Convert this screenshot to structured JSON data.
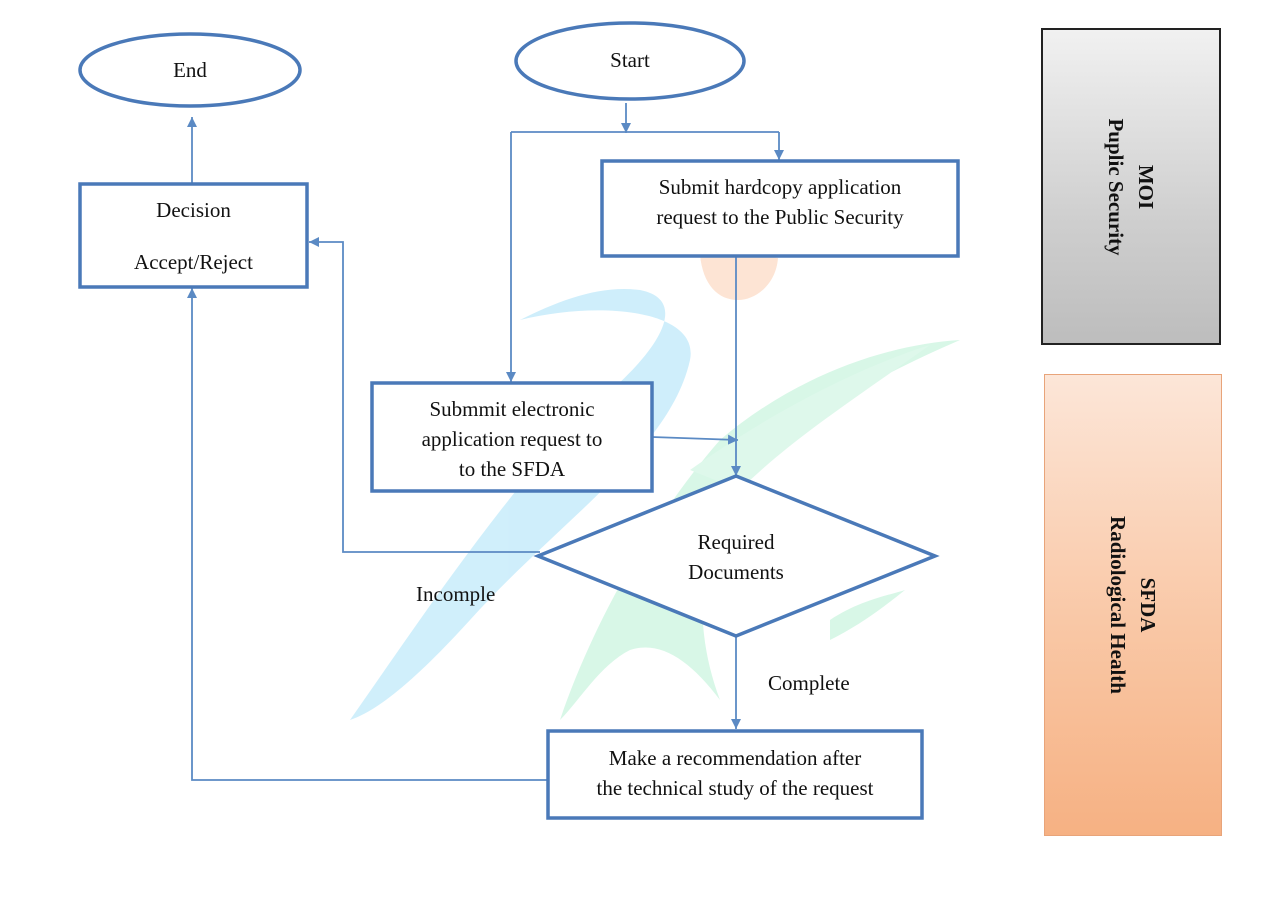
{
  "nodes": {
    "start": "Start",
    "end": "End",
    "hardcopy": [
      "Submit hardcopy application",
      "request to the Public Security"
    ],
    "electronic": [
      "Submmit electronic",
      "application request to",
      "to the SFDA"
    ],
    "required": [
      "Required",
      "Documents"
    ],
    "decision": [
      "Decision",
      "Accept/Reject"
    ],
    "recommendation": [
      "Make a recommendation after",
      "the technical study of the request"
    ]
  },
  "edge_labels": {
    "incomplete": "Incomple",
    "complete": "Complete"
  },
  "panels": {
    "moi": [
      "MOI",
      "Puplic Security"
    ],
    "sfda": [
      "SFDA",
      "Radiological Health"
    ]
  },
  "colors": {
    "node_border": "#4a79b8",
    "connector": "#5b8ac4",
    "moi_panel": "#cfcfcf",
    "sfda_panel": "#f8bb93",
    "watermark_blue": "#cdeefb",
    "watermark_green": "#d6f7e6",
    "watermark_orange": "#fde3d2"
  }
}
